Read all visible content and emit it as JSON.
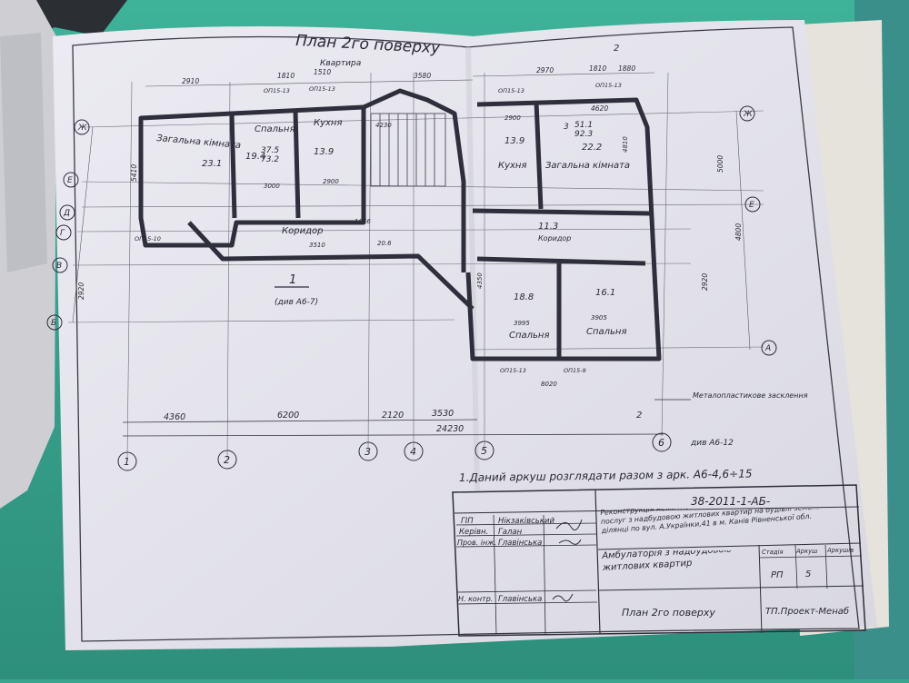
{
  "plan": {
    "title": "План 2го поверху",
    "subtitle": "Квартира",
    "section_mark": "2",
    "section_mark_2": "2",
    "view_mark": "1",
    "view_ref": "(див А6-7)",
    "ref_bottom": "див А6-12",
    "note": "1.Даний аркуш розглядати разом з арк. А6-4,6÷15",
    "glazing_label": "Металопластикове засклення"
  },
  "axes": {
    "numeric": [
      "1",
      "2",
      "3",
      "4",
      "5",
      "6"
    ],
    "letters": [
      "Ж",
      "Е",
      "Д",
      "Г",
      "В",
      "Б",
      "А"
    ]
  },
  "rooms": [
    {
      "name": "Загальна кімната",
      "area": "23.1"
    },
    {
      "name": "Спальня",
      "area": "19.4"
    },
    {
      "name": "Кухня",
      "area": "13.9"
    },
    {
      "name": "Коридор",
      "area": ""
    },
    {
      "name": "Кухня",
      "area": "13.9"
    },
    {
      "name": "Загальна кімната",
      "area": "22.2"
    },
    {
      "name": "Коридор",
      "area": "11.3"
    },
    {
      "name": "Спальня",
      "area": "18.8"
    },
    {
      "name": "Спальня",
      "area": "16.1"
    }
  ],
  "apartment_marks": [
    {
      "num": "3",
      "area1": "51.1",
      "area2": "92.3"
    },
    {
      "num": "",
      "area1": "37.5",
      "area2": "73.2"
    }
  ],
  "dimensions": {
    "bottom": [
      "4360",
      "6200",
      "2120",
      "3530"
    ],
    "bottom_total": "24230",
    "top": [
      "2910",
      "1810",
      "1510",
      "3580",
      "2970",
      "1810",
      "1880",
      "4620"
    ],
    "right": [
      "5000",
      "4800",
      "2920"
    ],
    "left": [
      "5410",
      "2920"
    ],
    "misc": [
      "3000",
      "2900",
      "3510",
      "3995",
      "3905",
      "4350",
      "2900",
      "1656",
      "20.6",
      "8020",
      "4810",
      "4230"
    ]
  },
  "openings": [
    "ОП15-13",
    "ОП15-13",
    "ОП15-13",
    "ОП15-13",
    "ОП15-10",
    "ОП15-13",
    "ОП15-9"
  ],
  "title_block": {
    "code": "38-2011-1-АБ-",
    "roles": [
      {
        "role": "ГІП",
        "name": "Нікзаківський"
      },
      {
        "role": "Керівн.",
        "name": "Галан"
      },
      {
        "role": "Пров. інж.",
        "name": "Главінська"
      },
      {
        "role": "Н. контр.",
        "name": "Главінська"
      }
    ],
    "project": "Реконструкція нежитлового приміщення для надання медичних послуг з надбудовою житлових квартир на будівлі земельній ділянці по вул. А.Українки,41 в м. Канів Рівненської обл.",
    "sheet_title": "Амбулаторія з надбудовою житлових квартир",
    "sheet_name": "План 2го поверху",
    "stage_label": "Стадія",
    "sheet_label": "Аркуш",
    "sheets_label": "Аркушів",
    "stage": "РП",
    "sheet_no": "5",
    "org": "ТП.Проект-Менаб"
  }
}
